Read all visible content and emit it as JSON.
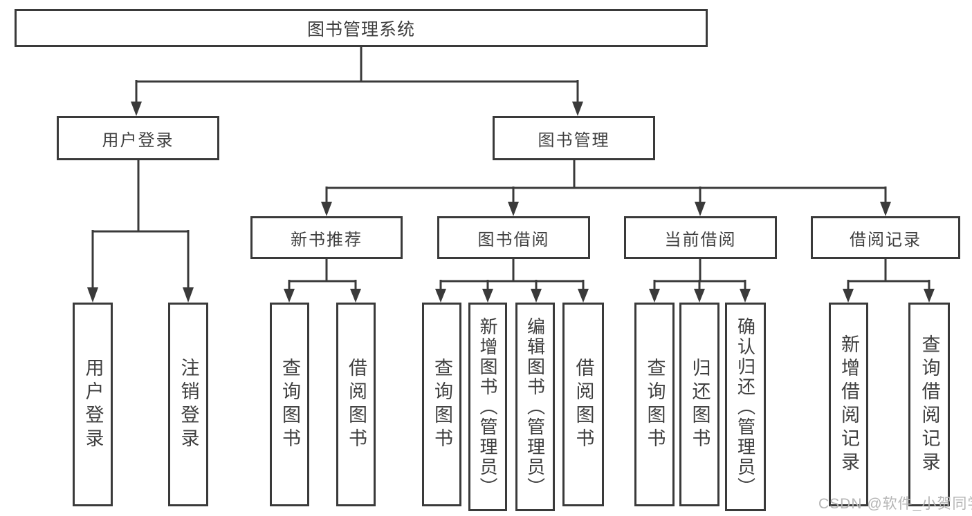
{
  "diagram": {
    "root": {
      "label": "图书管理系统"
    },
    "level2": [
      {
        "id": "user-login",
        "label": "用户登录"
      },
      {
        "id": "book-management",
        "label": "图书管理"
      }
    ],
    "level3": [
      {
        "id": "new-book-recommend",
        "label": "新书推荐"
      },
      {
        "id": "book-borrow",
        "label": "图书借阅"
      },
      {
        "id": "current-borrow",
        "label": "当前借阅"
      },
      {
        "id": "borrow-records",
        "label": "借阅记录"
      }
    ],
    "leaves": [
      {
        "id": "leaf-user-login",
        "label": "用户登录"
      },
      {
        "id": "leaf-logout",
        "label": "注销登录"
      },
      {
        "id": "leaf-query-book-1",
        "label": "查询图书"
      },
      {
        "id": "leaf-borrow-book-1",
        "label": "借阅图书"
      },
      {
        "id": "leaf-query-book-2",
        "label": "查询图书"
      },
      {
        "id": "leaf-add-book-admin",
        "label": "新增图书（管理员）"
      },
      {
        "id": "leaf-edit-book-admin",
        "label": "编辑图书（管理员）"
      },
      {
        "id": "leaf-borrow-book-2",
        "label": "借阅图书"
      },
      {
        "id": "leaf-query-book-3",
        "label": "查询图书"
      },
      {
        "id": "leaf-return-book",
        "label": "归还图书"
      },
      {
        "id": "leaf-confirm-return-admin",
        "label": "确认归还（管理员）"
      },
      {
        "id": "leaf-add-borrow-record",
        "label": "新增借阅记录"
      },
      {
        "id": "leaf-query-borrow-record",
        "label": "查询借阅记录"
      }
    ]
  },
  "watermark": {
    "text": "CSDN @软件_小贺同学"
  },
  "colors": {
    "line": "#3a3a3a",
    "text": "#3f3f3f",
    "watermark": "#b5b5b5",
    "background": "#ffffff"
  }
}
